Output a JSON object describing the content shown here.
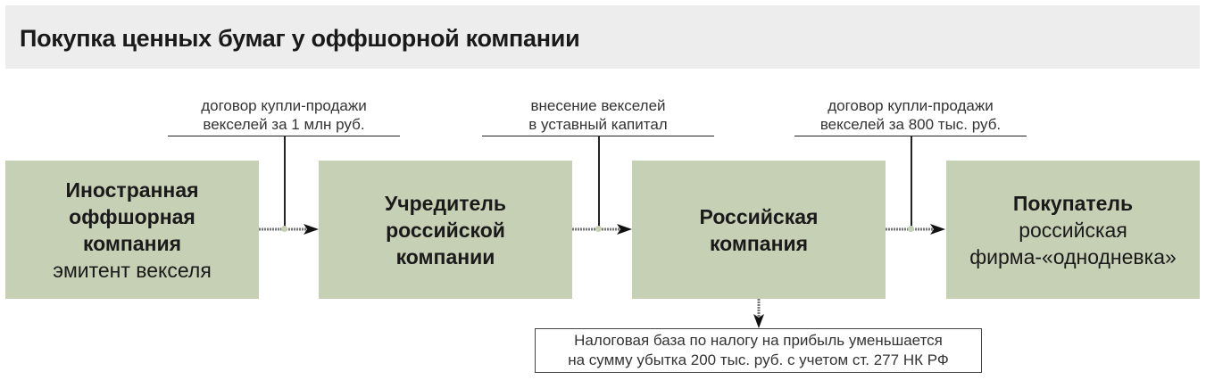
{
  "title": "Покупка ценных бумаг у оффшорной компании",
  "boxes": [
    {
      "bold": "Иностранная оффшорная компания",
      "regular": "эмитент векселя"
    },
    {
      "bold": "Учредитель российской компании",
      "regular": ""
    },
    {
      "bold": "Российская компания",
      "regular": ""
    },
    {
      "bold": "Покупатель",
      "regular": "российская фирма-«однодневка»"
    }
  ],
  "labels": [
    {
      "line1": "договор купли-продажи",
      "line2": "векселей за 1 млн руб."
    },
    {
      "line1": "внесение векселей",
      "line2": "в уставный капитал"
    },
    {
      "line1": "договор купли-продажи",
      "line2": "векселей за 800 тыс. руб."
    }
  ],
  "note": {
    "line1": "Налоговая база по налогу на прибыль уменьшается",
    "line2": "на сумму убытка 200 тыс. руб. с учетом ст. 277 НК РФ"
  },
  "colors": {
    "box": "#c5d0b5",
    "titlebar": "#ededed"
  }
}
